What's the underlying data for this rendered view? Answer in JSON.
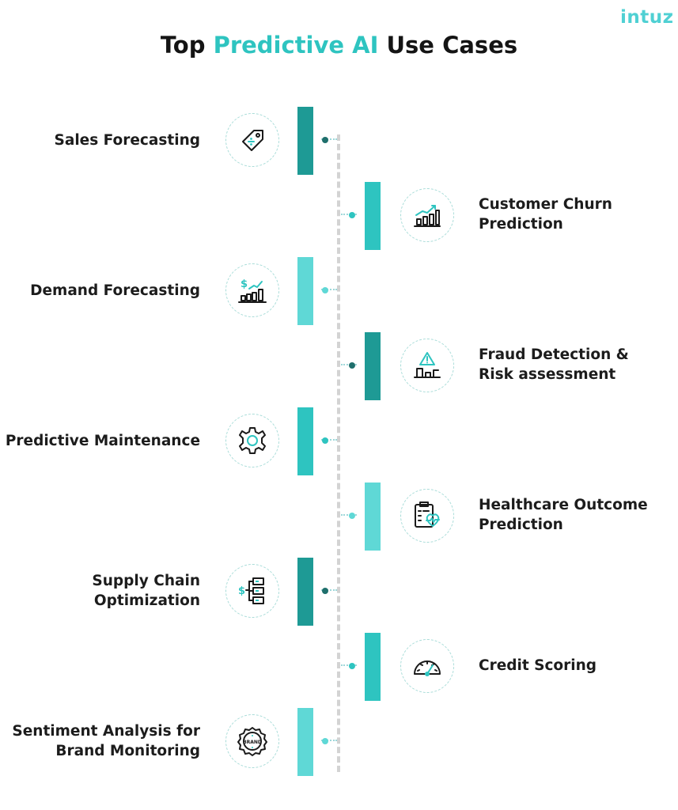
{
  "brand": {
    "logo_text": "intuz"
  },
  "title": {
    "prefix": "Top ",
    "highlight": "Predictive AI",
    "suffix": " Use Cases"
  },
  "colors": {
    "dark_teal": "#1e9a95",
    "teal": "#2ec4c0",
    "light_teal": "#5fd8d6",
    "spine": "#d3d3d3"
  },
  "items": [
    {
      "side": "left",
      "lines": [
        "Sales Forecasting"
      ],
      "icon": "price-tag-icon",
      "shade": "dark"
    },
    {
      "side": "right",
      "lines": [
        "Customer Churn",
        "Prediction"
      ],
      "icon": "growth-chart-icon",
      "shade": "teal"
    },
    {
      "side": "left",
      "lines": [
        "Demand Forecasting"
      ],
      "icon": "dollar-growth-chart-icon",
      "shade": "light"
    },
    {
      "side": "right",
      "lines": [
        "Fraud Detection &",
        "Risk assessment"
      ],
      "icon": "warning-chart-icon",
      "shade": "dark"
    },
    {
      "side": "left",
      "lines": [
        "Predictive Maintenance"
      ],
      "icon": "gear-icon",
      "shade": "teal"
    },
    {
      "side": "right",
      "lines": [
        "Healthcare Outcome",
        "Prediction"
      ],
      "icon": "clipboard-heart-icon",
      "shade": "light"
    },
    {
      "side": "left",
      "lines": [
        "Supply Chain",
        "Optimization"
      ],
      "icon": "supply-chain-icon",
      "shade": "dark"
    },
    {
      "side": "right",
      "lines": [
        "Credit Scoring"
      ],
      "icon": "speedometer-icon",
      "shade": "teal"
    },
    {
      "side": "left",
      "lines": [
        "Sentiment Analysis for",
        "Brand Monitoring"
      ],
      "icon": "brand-badge-icon",
      "shade": "light"
    }
  ]
}
